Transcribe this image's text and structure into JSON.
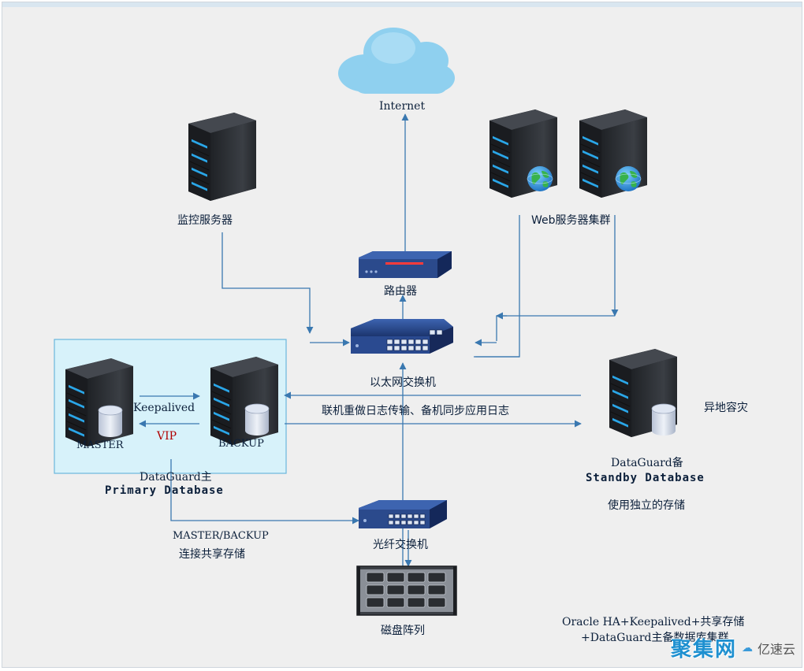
{
  "labels": {
    "internet": "Internet",
    "monitor_server": "监控服务器",
    "web_cluster": "Web服务器集群",
    "router": "路由器",
    "ethernet_switch": "以太网交换机",
    "keepalived": "Keepalived",
    "vip": "VIP",
    "master": "MASTER",
    "backup": "BACKUP",
    "redo_transfer": "联机重做日志传输、备机同步应用日志",
    "remote_dr": "异地容灾",
    "dg_primary_line1": "DataGuard主",
    "dg_primary_line2": "Primary Database",
    "dg_standby_line1": "DataGuard备",
    "dg_standby_line2": "Standby Database",
    "standby_storage": "使用独立的存储",
    "shared_storage_line1": "MASTER/BACKUP",
    "shared_storage_line2": "连接共享存储",
    "fiber_switch": "光纤交换机",
    "disk_array": "磁盘阵列",
    "title_line1": "Oracle HA+Keepalived+共享存储",
    "title_line2": "+DataGuard主备数据库集群"
  },
  "watermark": {
    "logo": "聚集网",
    "sub": "亿速云"
  },
  "colors": {
    "wire": "#3a78b0",
    "primary_box_fill": "#d7f2fa",
    "primary_box_border": "#6ab7dc",
    "server_body": "#2c2f33",
    "server_led": "#2aa6e8",
    "switch_body": "#2b4a8c",
    "cloud": "#8fd0ef",
    "vip_text": "#b00000"
  }
}
